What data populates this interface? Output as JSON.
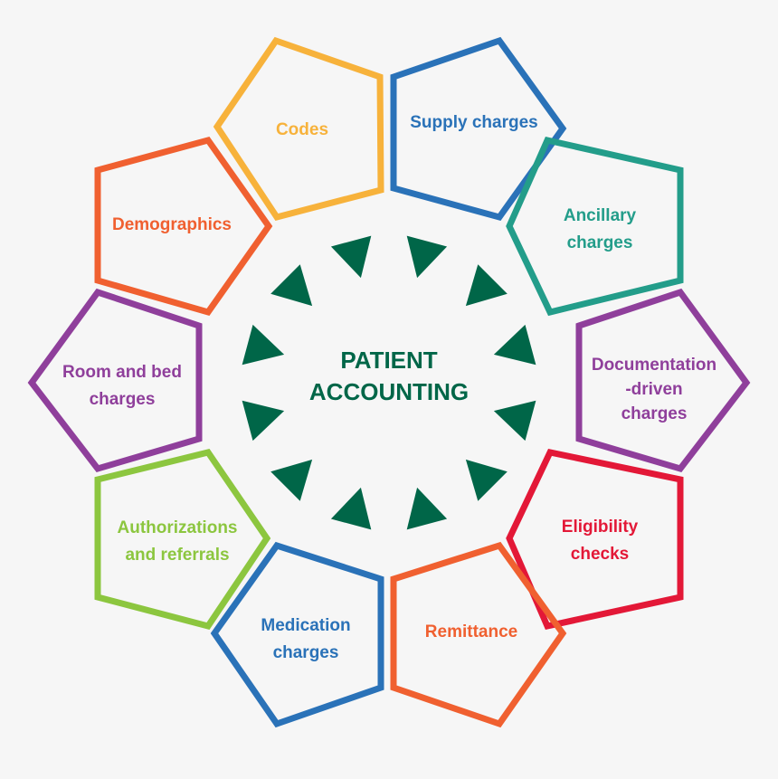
{
  "center": {
    "line1": "PATIENT",
    "line2": "ACCOUNTING",
    "color": "#006648"
  },
  "arrow_color": "#006648",
  "nodes": [
    {
      "id": "codes",
      "lines": [
        "Codes"
      ],
      "color": "#f7b23b"
    },
    {
      "id": "supply-charges",
      "lines": [
        "Supply charges"
      ],
      "color": "#2a72b8"
    },
    {
      "id": "ancillary-charges",
      "lines": [
        "Ancillary",
        "charges"
      ],
      "color": "#239d8a"
    },
    {
      "id": "documentation-driven-charges",
      "lines": [
        "Documentation",
        "-driven",
        "charges"
      ],
      "color": "#8f3f9b"
    },
    {
      "id": "eligibility-checks",
      "lines": [
        "Eligibility",
        "checks"
      ],
      "color": "#e31837"
    },
    {
      "id": "remittance",
      "lines": [
        "Remittance"
      ],
      "color": "#f06030"
    },
    {
      "id": "medication-charges",
      "lines": [
        "Medication",
        "charges"
      ],
      "color": "#2a72b8"
    },
    {
      "id": "authorizations-and-referrals",
      "lines": [
        "Authorizations",
        "and referrals"
      ],
      "color": "#8cc63f"
    },
    {
      "id": "room-and-bed-charges",
      "lines": [
        "Room and bed",
        "charges"
      ],
      "color": "#8f3f9b"
    },
    {
      "id": "demographics",
      "lines": [
        "Demographics"
      ],
      "color": "#f06030"
    }
  ]
}
